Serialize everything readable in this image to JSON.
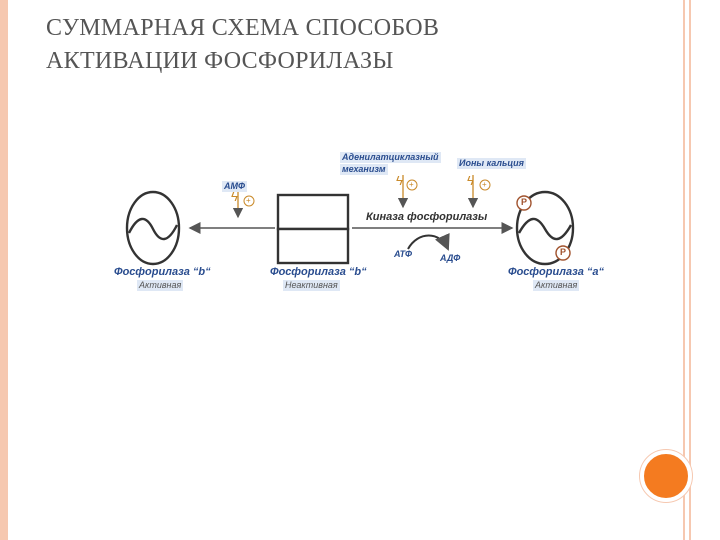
{
  "title": {
    "line1": "СУММАРНАЯ СХЕМА СПОСОБОВ",
    "line2": "АКТИВАЦИИ ФОСФОРИЛАЗЫ"
  },
  "diagram": {
    "adenylate_label_line1": "Аденилатциклазный",
    "adenylate_label_line2": "механизм",
    "calcium_label": "Ионы кальция",
    "amp_label": "АМФ",
    "kinase_label": "Киназа фосфорилазы",
    "atp_label": "АТФ",
    "adp_label": "АДФ",
    "phos_b_active_name": "Фосфорилаза “b“",
    "phos_b_active_state": "Активная",
    "phos_b_inactive_name": "Фосфорилаза “b“",
    "phos_b_inactive_state": "Неактивная",
    "phos_a_name": "Фосфорилаза “a“",
    "phos_a_state": "Активная",
    "phosphate_symbol": "P",
    "plus_symbol": "+",
    "lightning_glyph": "ϟ",
    "colors": {
      "label_blue": "#2a4d8f",
      "arrow": "#555555",
      "lightning": "#c98a2a",
      "border": "#f6c8b0",
      "accent": "#f47b20"
    }
  }
}
